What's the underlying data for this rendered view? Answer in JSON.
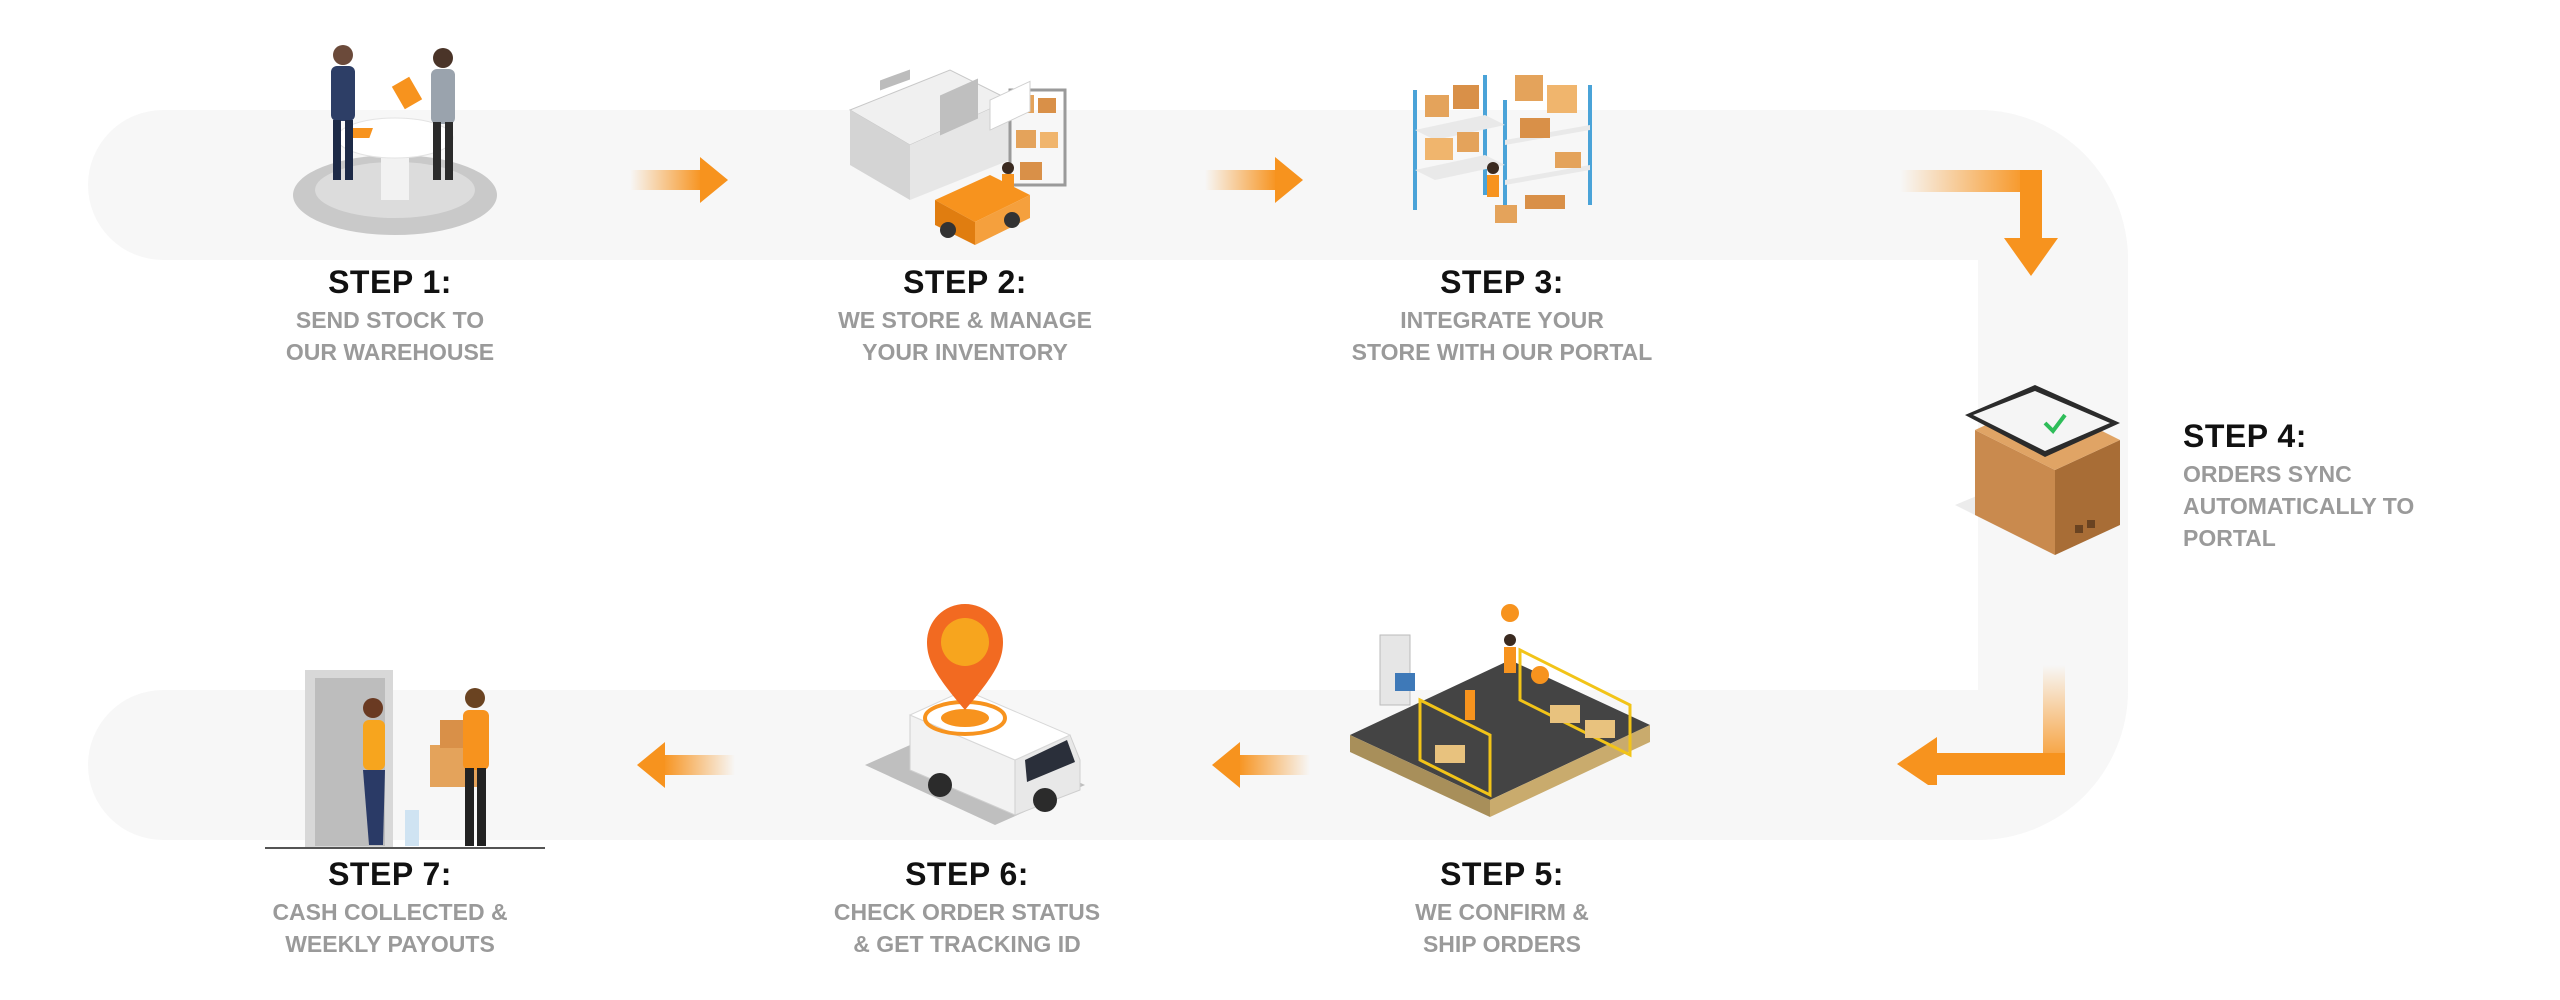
{
  "steps": [
    {
      "title": "STEP 1:",
      "lines": [
        "SEND STOCK TO",
        "OUR WAREHOUSE"
      ],
      "icon": "meeting-table-icon"
    },
    {
      "title": "STEP 2:",
      "lines": [
        "WE STORE & MANAGE",
        "YOUR INVENTORY"
      ],
      "icon": "warehouse-truck-icon"
    },
    {
      "title": "STEP 3:",
      "lines": [
        "INTEGRATE YOUR",
        "STORE WITH OUR PORTAL"
      ],
      "icon": "shelving-boxes-icon"
    },
    {
      "title": "STEP 4:",
      "lines": [
        "ORDERS SYNC",
        "AUTOMATICALLY TO",
        "PORTAL"
      ],
      "icon": "box-tablet-icon"
    },
    {
      "title": "STEP 5:",
      "lines": [
        "WE CONFIRM &",
        "SHIP ORDERS"
      ],
      "icon": "robotic-warehouse-icon"
    },
    {
      "title": "STEP 6:",
      "lines": [
        "CHECK ORDER STATUS",
        "& GET TRACKING ID"
      ],
      "icon": "van-location-pin-icon"
    },
    {
      "title": "STEP 7:",
      "lines": [
        "CASH COLLECTED &",
        "WEEKLY PAYOUTS"
      ],
      "icon": "courier-delivery-icon"
    }
  ],
  "colors": {
    "accent": "#f7931e",
    "accent_light": "#fcd9b0",
    "track": "#f7f7f7",
    "title": "#111111",
    "desc": "#9a9a9a"
  }
}
